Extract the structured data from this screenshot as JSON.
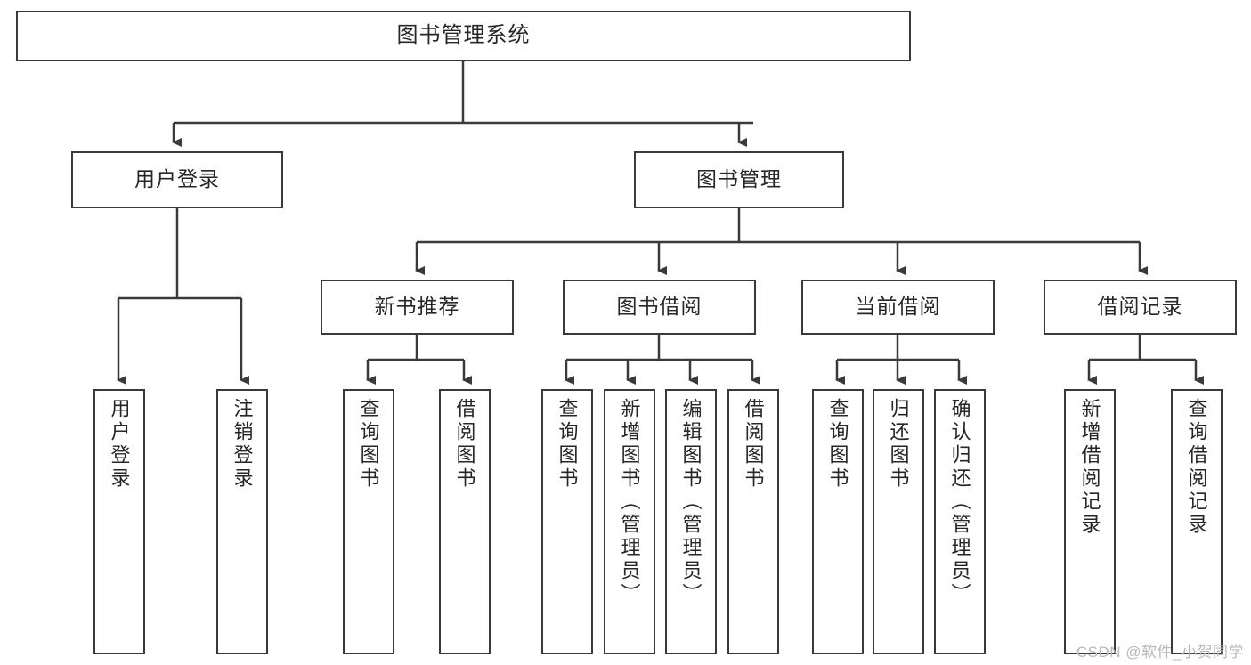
{
  "meta": {
    "watermark": "CSDN @软件_小贺同学",
    "line_color": "#3a3a3a",
    "text_color": "#262626",
    "background": "#ffffff",
    "watermark_color": "#b8b8b8"
  },
  "chart_data": {
    "type": "diagram",
    "diagram_kind": "tree / hierarchy chart",
    "title": "图书管理系统",
    "orientation": "top-down",
    "levels": 4,
    "nodes": [
      {
        "id": "root",
        "label": "图书管理系统",
        "level": 0,
        "parent": null,
        "orientation": "horizontal"
      },
      {
        "id": "login",
        "label": "用户登录",
        "level": 1,
        "parent": "root",
        "orientation": "horizontal"
      },
      {
        "id": "bookmgmt",
        "label": "图书管理",
        "level": 1,
        "parent": "root",
        "orientation": "horizontal"
      },
      {
        "id": "newbook",
        "label": "新书推荐",
        "level": 2,
        "parent": "bookmgmt",
        "orientation": "horizontal"
      },
      {
        "id": "borrow",
        "label": "图书借阅",
        "level": 2,
        "parent": "bookmgmt",
        "orientation": "horizontal"
      },
      {
        "id": "current",
        "label": "当前借阅",
        "level": 2,
        "parent": "bookmgmt",
        "orientation": "horizontal"
      },
      {
        "id": "records",
        "label": "借阅记录",
        "level": 2,
        "parent": "bookmgmt",
        "orientation": "horizontal"
      },
      {
        "id": "login-in",
        "label": "用户登录",
        "level": 2,
        "parent": "login",
        "orientation": "vertical"
      },
      {
        "id": "login-out",
        "label": "注销登录",
        "level": 2,
        "parent": "login",
        "orientation": "vertical"
      },
      {
        "id": "new-query",
        "label": "查询图书",
        "level": 3,
        "parent": "newbook",
        "orientation": "vertical"
      },
      {
        "id": "new-borrow",
        "label": "借阅图书",
        "level": 3,
        "parent": "newbook",
        "orientation": "vertical"
      },
      {
        "id": "bo-query",
        "label": "查询图书",
        "level": 3,
        "parent": "borrow",
        "orientation": "vertical"
      },
      {
        "id": "bo-add",
        "label": "新增图书（管理员）",
        "level": 3,
        "parent": "borrow",
        "orientation": "vertical"
      },
      {
        "id": "bo-edit",
        "label": "编辑图书（管理员）",
        "level": 3,
        "parent": "borrow",
        "orientation": "vertical"
      },
      {
        "id": "bo-borrow",
        "label": "借阅图书",
        "level": 3,
        "parent": "borrow",
        "orientation": "vertical"
      },
      {
        "id": "cur-query",
        "label": "查询图书",
        "level": 3,
        "parent": "current",
        "orientation": "vertical"
      },
      {
        "id": "cur-return",
        "label": "归还图书",
        "level": 3,
        "parent": "current",
        "orientation": "vertical"
      },
      {
        "id": "cur-confirm",
        "label": "确认归还（管理员）",
        "level": 3,
        "parent": "current",
        "orientation": "vertical"
      },
      {
        "id": "rec-add",
        "label": "新增借阅记录",
        "level": 3,
        "parent": "records",
        "orientation": "vertical"
      },
      {
        "id": "rec-query",
        "label": "查询借阅记录",
        "level": 3,
        "parent": "records",
        "orientation": "vertical"
      }
    ],
    "edges": [
      {
        "from": "root",
        "to": "login",
        "arrow": true
      },
      {
        "from": "root",
        "to": "bookmgmt",
        "arrow": true
      },
      {
        "from": "login",
        "to": "login-in",
        "arrow": true
      },
      {
        "from": "login",
        "to": "login-out",
        "arrow": true
      },
      {
        "from": "bookmgmt",
        "to": "newbook",
        "arrow": true
      },
      {
        "from": "bookmgmt",
        "to": "borrow",
        "arrow": true
      },
      {
        "from": "bookmgmt",
        "to": "current",
        "arrow": true
      },
      {
        "from": "bookmgmt",
        "to": "records",
        "arrow": true
      },
      {
        "from": "newbook",
        "to": "new-query",
        "arrow": true
      },
      {
        "from": "newbook",
        "to": "new-borrow",
        "arrow": true
      },
      {
        "from": "borrow",
        "to": "bo-query",
        "arrow": true
      },
      {
        "from": "borrow",
        "to": "bo-add",
        "arrow": true
      },
      {
        "from": "borrow",
        "to": "bo-edit",
        "arrow": true
      },
      {
        "from": "borrow",
        "to": "bo-borrow",
        "arrow": true
      },
      {
        "from": "current",
        "to": "cur-query",
        "arrow": true
      },
      {
        "from": "current",
        "to": "cur-return",
        "arrow": true
      },
      {
        "from": "current",
        "to": "cur-confirm",
        "arrow": true
      },
      {
        "from": "records",
        "to": "rec-add",
        "arrow": true
      },
      {
        "from": "records",
        "to": "rec-query",
        "arrow": true
      }
    ]
  },
  "nodes": {
    "root": {
      "label": "图书管理系统"
    },
    "login": {
      "label": "用户登录"
    },
    "bookmgmt": {
      "label": "图书管理"
    },
    "newbook": {
      "label": "新书推荐"
    },
    "borrow": {
      "label": "图书借阅"
    },
    "current": {
      "label": "当前借阅"
    },
    "records": {
      "label": "借阅记录"
    },
    "login_in": {
      "label": "用户登录"
    },
    "login_out": {
      "label": "注销登录"
    },
    "new_query": {
      "label": "查询图书"
    },
    "new_borrow": {
      "label": "借阅图书"
    },
    "bo_query": {
      "label": "查询图书"
    },
    "bo_add": {
      "label": "新增图书（管理员）"
    },
    "bo_edit": {
      "label": "编辑图书（管理员）"
    },
    "bo_borrow": {
      "label": "借阅图书"
    },
    "cur_query": {
      "label": "查询图书"
    },
    "cur_return": {
      "label": "归还图书"
    },
    "cur_confirm": {
      "label": "确认归还（管理员）"
    },
    "rec_add": {
      "label": "新增借阅记录"
    },
    "rec_query": {
      "label": "查询借阅记录"
    }
  }
}
